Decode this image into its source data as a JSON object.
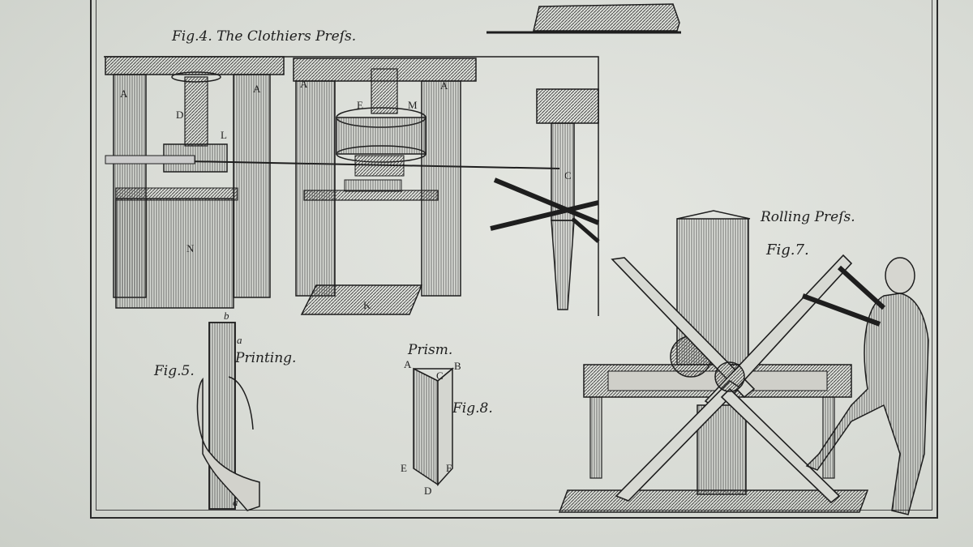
{
  "captions": {
    "fig4": "Fig.4. The Clothiers Preſs.",
    "rolling": "Rolling Preſs.",
    "fig7": "Fig.7.",
    "fig5": "Fig.5.",
    "printing": "Printing.",
    "prism": "Prism.",
    "fig8": "Fig.8."
  },
  "letters": {
    "A1": "A",
    "A2": "A",
    "A3": "A",
    "A4": "A",
    "D": "D",
    "L": "L",
    "N": "N",
    "E": "E",
    "M": "M",
    "K": "K",
    "C": "C",
    "b": "b",
    "a": "a",
    "a2": "a",
    "pA": "A",
    "pB": "B",
    "pC": "C",
    "pE": "E",
    "pF": "F",
    "pD": "D"
  },
  "colors": {
    "paper": "#dcdfd9",
    "ink": "#1e1e1e"
  }
}
